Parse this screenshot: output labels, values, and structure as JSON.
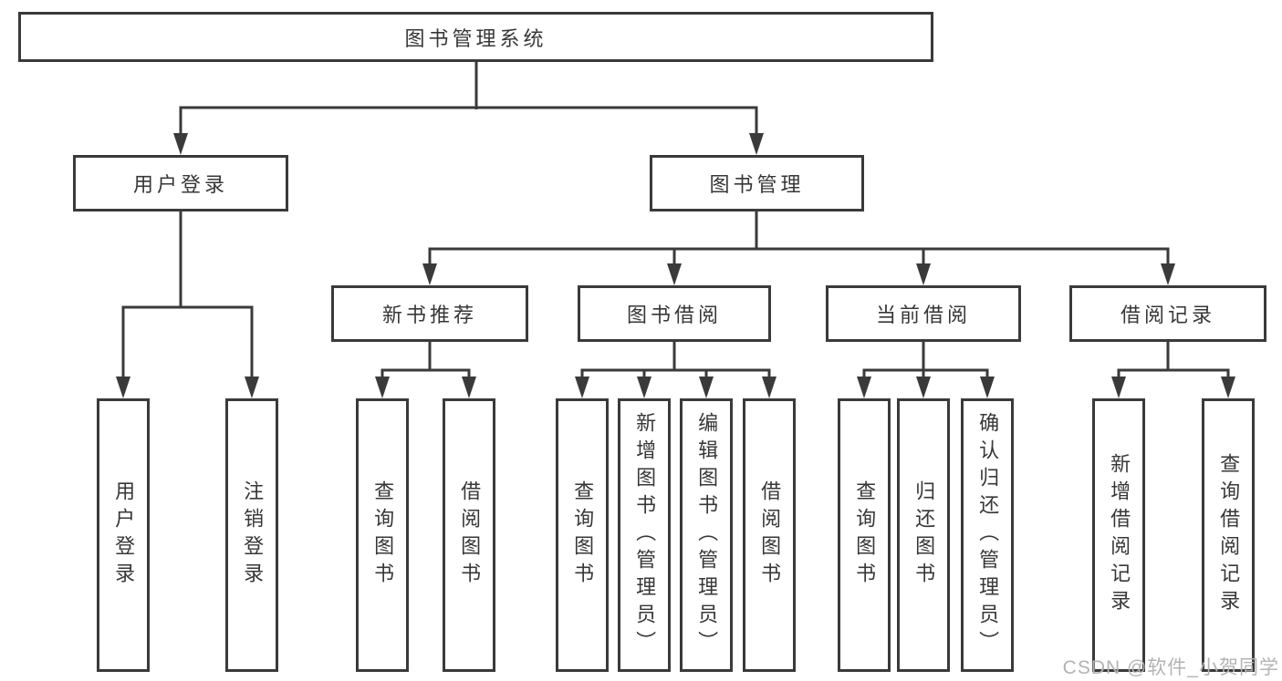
{
  "tree": {
    "root": "图书管理系统",
    "branches": [
      {
        "label": "用户登录",
        "children": [
          "用户登录",
          "注销登录"
        ]
      },
      {
        "label": "图书管理",
        "sections": [
          {
            "label": "新书推荐",
            "children": [
              "查询图书",
              "借阅图书"
            ]
          },
          {
            "label": "图书借阅",
            "children": [
              "查询图书",
              "新增图书（管理员）",
              "编辑图书（管理员）",
              "借阅图书"
            ]
          },
          {
            "label": "当前借阅",
            "children": [
              "查询图书",
              "归还图书",
              "确认归还（管理员）"
            ]
          },
          {
            "label": "借阅记录",
            "children": [
              "新增借阅记录",
              "查询借阅记录"
            ]
          }
        ]
      }
    ]
  },
  "watermark": "CSDN @软件_小贺同学",
  "colors": {
    "line": "#3a3a3a",
    "text": "#373737",
    "watermark": "#b3b3b3",
    "background": "#ffffff"
  }
}
